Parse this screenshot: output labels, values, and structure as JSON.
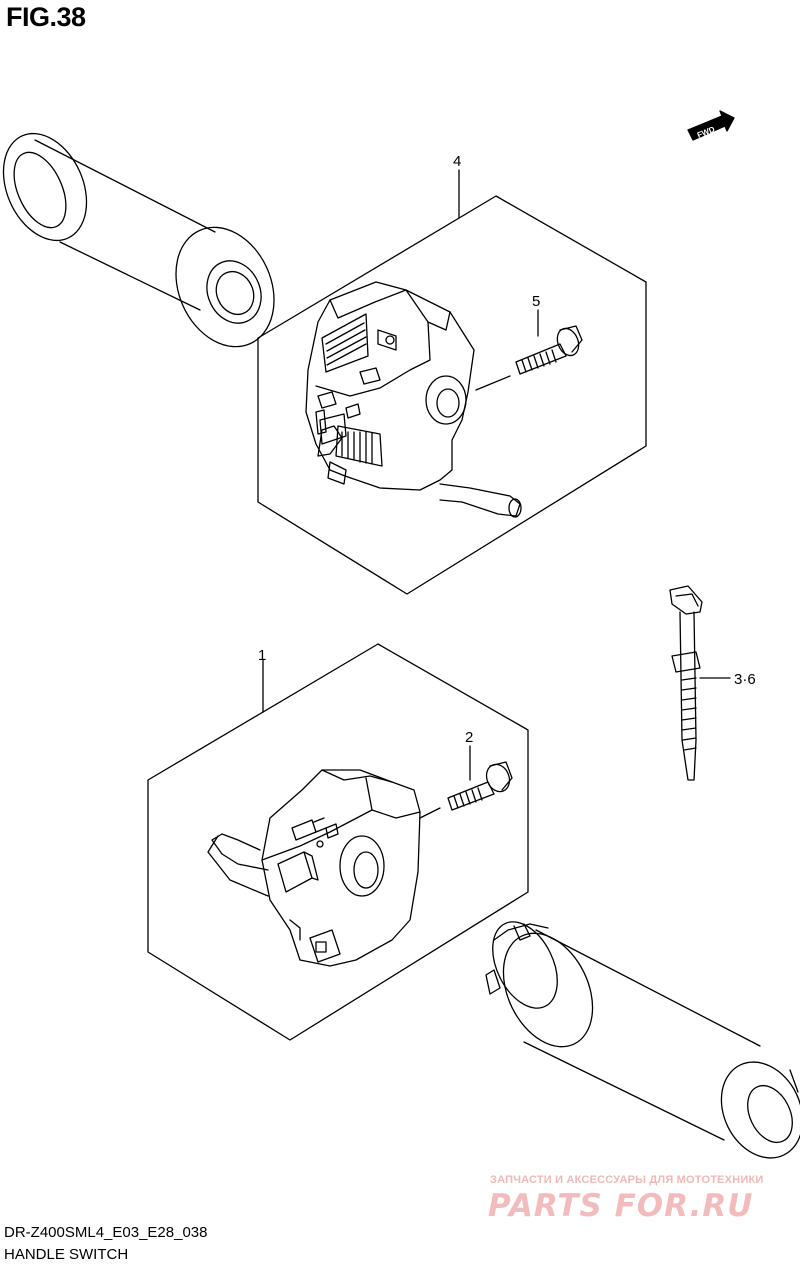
{
  "figure": {
    "title": "FIG.38",
    "fwd_label": "FWD",
    "model_code": "DR-Z400SML4_E03_E28_038",
    "section_name": "HANDLE SWITCH"
  },
  "callouts": [
    {
      "id": "part-4",
      "text": "4"
    },
    {
      "id": "part-5",
      "text": "5"
    },
    {
      "id": "part-1",
      "text": "1"
    },
    {
      "id": "part-2",
      "text": "2"
    },
    {
      "id": "part-3-6",
      "text": "3·6"
    }
  ],
  "watermark": {
    "caption": "ЗАПЧАСТИ И АКСЕССУАРЫ ДЛЯ МОТОТЕХНИКИ",
    "brand": "PARTS FOR.RU",
    "color": "#f2bcbc"
  },
  "colors": {
    "line": "#000000",
    "background": "#ffffff"
  }
}
